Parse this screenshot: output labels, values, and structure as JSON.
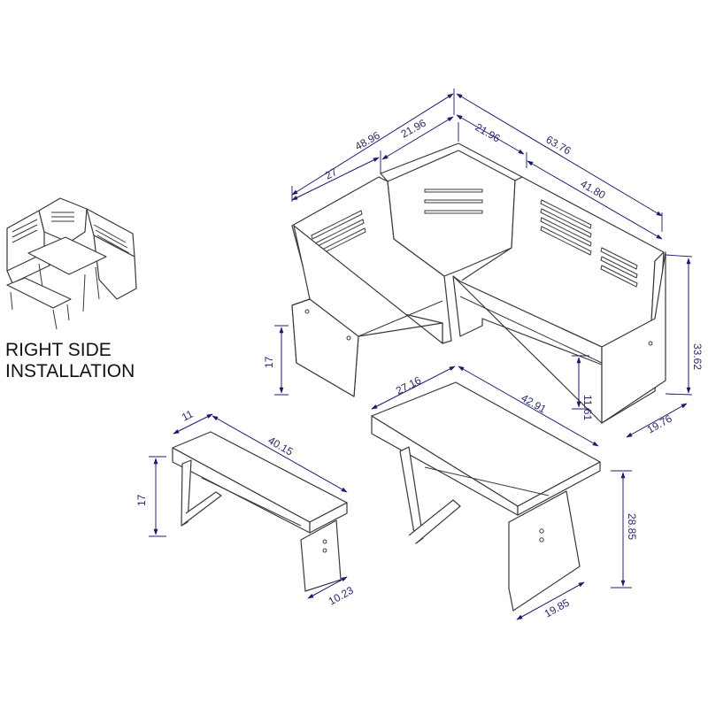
{
  "installation": {
    "line1": "RIGHT SIDE",
    "line2": "INSTALLATION"
  },
  "dimensions": {
    "bench_total_depth": "48.96",
    "corner_left": "21.96",
    "corner_right": "21.96",
    "total_width": "63.76",
    "left_seat_depth": "27",
    "right_seat_width": "41.80",
    "seat_height": "17",
    "back_height": "33.62",
    "seat_under_height": "11.61",
    "bench_depth": "19.76",
    "table_depth": "27.16",
    "table_width": "42.91",
    "table_height": "28.85",
    "table_base_depth": "19.85",
    "stool_depth": "11",
    "stool_width": "40.15",
    "stool_height": "17",
    "stool_base_depth": "10.23"
  },
  "colors": {
    "dimension": "#1c1c6e",
    "outline": "#3a3a3a"
  }
}
